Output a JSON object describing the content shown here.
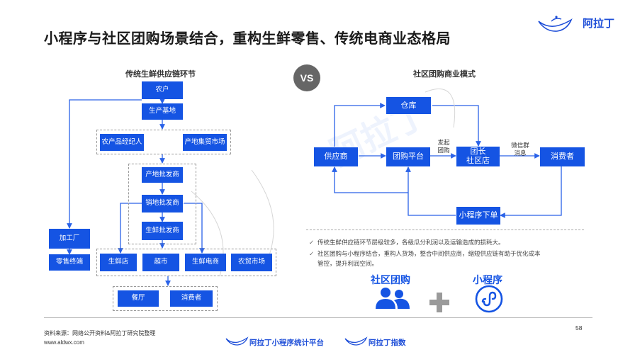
{
  "title": "小程序与社区团购场景结合，重构生鲜零售、传统电商业态格局",
  "logo_text": "阿拉丁",
  "left_diagram": {
    "title": "传统生鲜供应链环节",
    "nodes": {
      "farmer": "农户",
      "base": "生产基地",
      "broker": "农产品经纪人",
      "origin_market": "产地集贸市场",
      "origin_wholesale": "产地批发商",
      "sales_wholesale": "销地批发商",
      "fresh_wholesale": "生鲜批发商",
      "factory": "加工厂",
      "retail_terminal": "零售终端",
      "fresh_store": "生鲜店",
      "supermarket": "超市",
      "fresh_ecommerce": "生鲜电商",
      "farm_market": "农贸市场",
      "restaurant": "餐厅",
      "consumer": "消费者"
    }
  },
  "vs_label": "VS",
  "right_diagram": {
    "title": "社区团购商业模式",
    "nodes": {
      "warehouse": "仓库",
      "supplier": "供应商",
      "platform": "团购平台",
      "leader_line1": "团长",
      "leader_line2": "社区店",
      "consumer": "消费者",
      "miniprogram_order": "小程序下单"
    },
    "edge_labels": {
      "initiate_line1": "发起",
      "initiate_line2": "团购",
      "wechat_line1": "微信群",
      "wechat_line2": "消息"
    }
  },
  "bullets": [
    "传统生鲜供应链环节层级较多，各级瓜分利润以及运输造成的损耗大。",
    "社区团购与小程序结合，重构人货场，整合中间供应商，缩短供应链有助于优化成本",
    "管控，提升利润空间。"
  ],
  "bottom_labels": {
    "community": "社区团购",
    "miniprogram": "小程序"
  },
  "footer": {
    "source": "资料来源：网络公开资料&阿拉丁研究院整理",
    "url": "www.aldwx.com",
    "page": "58",
    "brand1": "阿拉丁小程序统计平台",
    "brand2": "阿拉丁指数"
  },
  "colors": {
    "primary": "#1554e3",
    "arrow": "#2a62e8",
    "vs_bg": "#666666"
  }
}
